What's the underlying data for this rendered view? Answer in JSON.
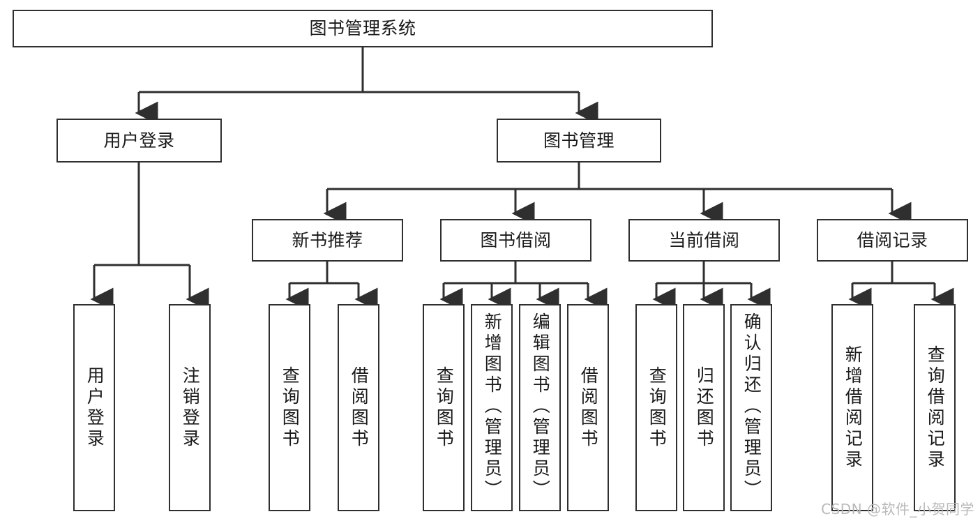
{
  "diagram": {
    "title": "图书管理系统",
    "watermark": "CSDN @软件_小贺同学",
    "line_color": "#2f2f2f",
    "box_fill": "#ffffff",
    "text_color": "#1a1a1a",
    "watermark_color": "#b9b9b9"
  },
  "nodes": {
    "root": {
      "label": "图书管理系统",
      "level": 1,
      "orientation": "horizontal"
    },
    "user_login": {
      "label": "用户登录",
      "level": 2,
      "orientation": "horizontal"
    },
    "book_manage": {
      "label": "图书管理",
      "level": 2,
      "orientation": "horizontal"
    },
    "new_book_rec": {
      "label": "新书推荐",
      "level": 3,
      "orientation": "horizontal"
    },
    "book_borrow": {
      "label": "图书借阅",
      "level": 3,
      "orientation": "horizontal"
    },
    "current_borrow": {
      "label": "当前借阅",
      "level": 3,
      "orientation": "horizontal"
    },
    "borrow_record": {
      "label": "借阅记录",
      "level": 3,
      "orientation": "horizontal"
    },
    "leaf_user_login": {
      "label": "用户登录",
      "level": 4,
      "orientation": "vertical"
    },
    "leaf_logout": {
      "label": "注销登录",
      "level": 4,
      "orientation": "vertical"
    },
    "leaf_query_book_1": {
      "label": "查询图书",
      "level": 4,
      "orientation": "vertical"
    },
    "leaf_borrow_book_1": {
      "label": "借阅图书",
      "level": 4,
      "orientation": "vertical"
    },
    "leaf_query_book_2": {
      "label": "查询图书",
      "level": 4,
      "orientation": "vertical"
    },
    "leaf_add_book": {
      "label": "新增图书（管理员）",
      "level": 4,
      "orientation": "vertical"
    },
    "leaf_edit_book": {
      "label": "编辑图书（管理员）",
      "level": 4,
      "orientation": "vertical"
    },
    "leaf_borrow_book_2": {
      "label": "借阅图书",
      "level": 4,
      "orientation": "vertical"
    },
    "leaf_query_book_3": {
      "label": "查询图书",
      "level": 4,
      "orientation": "vertical"
    },
    "leaf_return_book": {
      "label": "归还图书",
      "level": 4,
      "orientation": "vertical"
    },
    "leaf_confirm_return": {
      "label": "确认归还（管理员）",
      "level": 4,
      "orientation": "vertical"
    },
    "leaf_add_record": {
      "label": "新增借阅记录",
      "level": 4,
      "orientation": "vertical"
    },
    "leaf_query_record": {
      "label": "查询借阅记录",
      "level": 4,
      "orientation": "vertical"
    }
  },
  "edges": [
    {
      "from": "root",
      "to": "user_login"
    },
    {
      "from": "root",
      "to": "book_manage"
    },
    {
      "from": "user_login",
      "to": "leaf_user_login"
    },
    {
      "from": "user_login",
      "to": "leaf_logout"
    },
    {
      "from": "book_manage",
      "to": "new_book_rec"
    },
    {
      "from": "book_manage",
      "to": "book_borrow"
    },
    {
      "from": "book_manage",
      "to": "current_borrow"
    },
    {
      "from": "book_manage",
      "to": "borrow_record"
    },
    {
      "from": "new_book_rec",
      "to": "leaf_query_book_1"
    },
    {
      "from": "new_book_rec",
      "to": "leaf_borrow_book_1"
    },
    {
      "from": "book_borrow",
      "to": "leaf_query_book_2"
    },
    {
      "from": "book_borrow",
      "to": "leaf_add_book"
    },
    {
      "from": "book_borrow",
      "to": "leaf_edit_book"
    },
    {
      "from": "book_borrow",
      "to": "leaf_borrow_book_2"
    },
    {
      "from": "current_borrow",
      "to": "leaf_query_book_3"
    },
    {
      "from": "current_borrow",
      "to": "leaf_return_book"
    },
    {
      "from": "current_borrow",
      "to": "leaf_confirm_return"
    },
    {
      "from": "borrow_record",
      "to": "leaf_add_record"
    },
    {
      "from": "borrow_record",
      "to": "leaf_query_record"
    }
  ]
}
